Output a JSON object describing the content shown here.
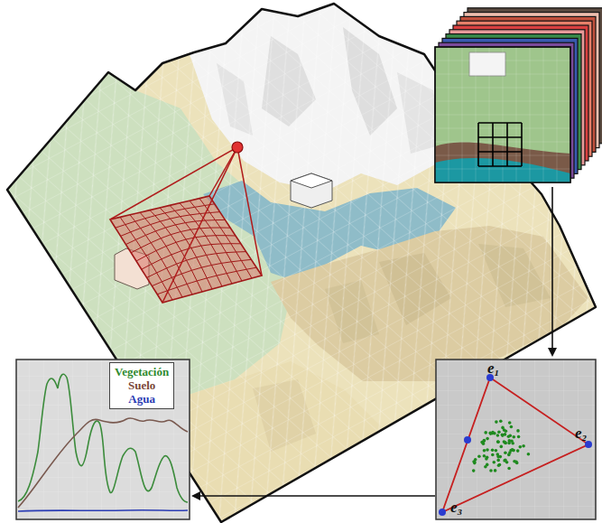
{
  "diagram": {
    "labels": [
      "e₁",
      "e₂",
      "e₃"
    ],
    "legend": [
      {
        "text": "Vegetación",
        "color": "#2f8a2f"
      },
      {
        "text": "Suelo",
        "color": "#7a4636"
      },
      {
        "text": "Agua",
        "color": "#2a3cb4"
      }
    ]
  }
}
